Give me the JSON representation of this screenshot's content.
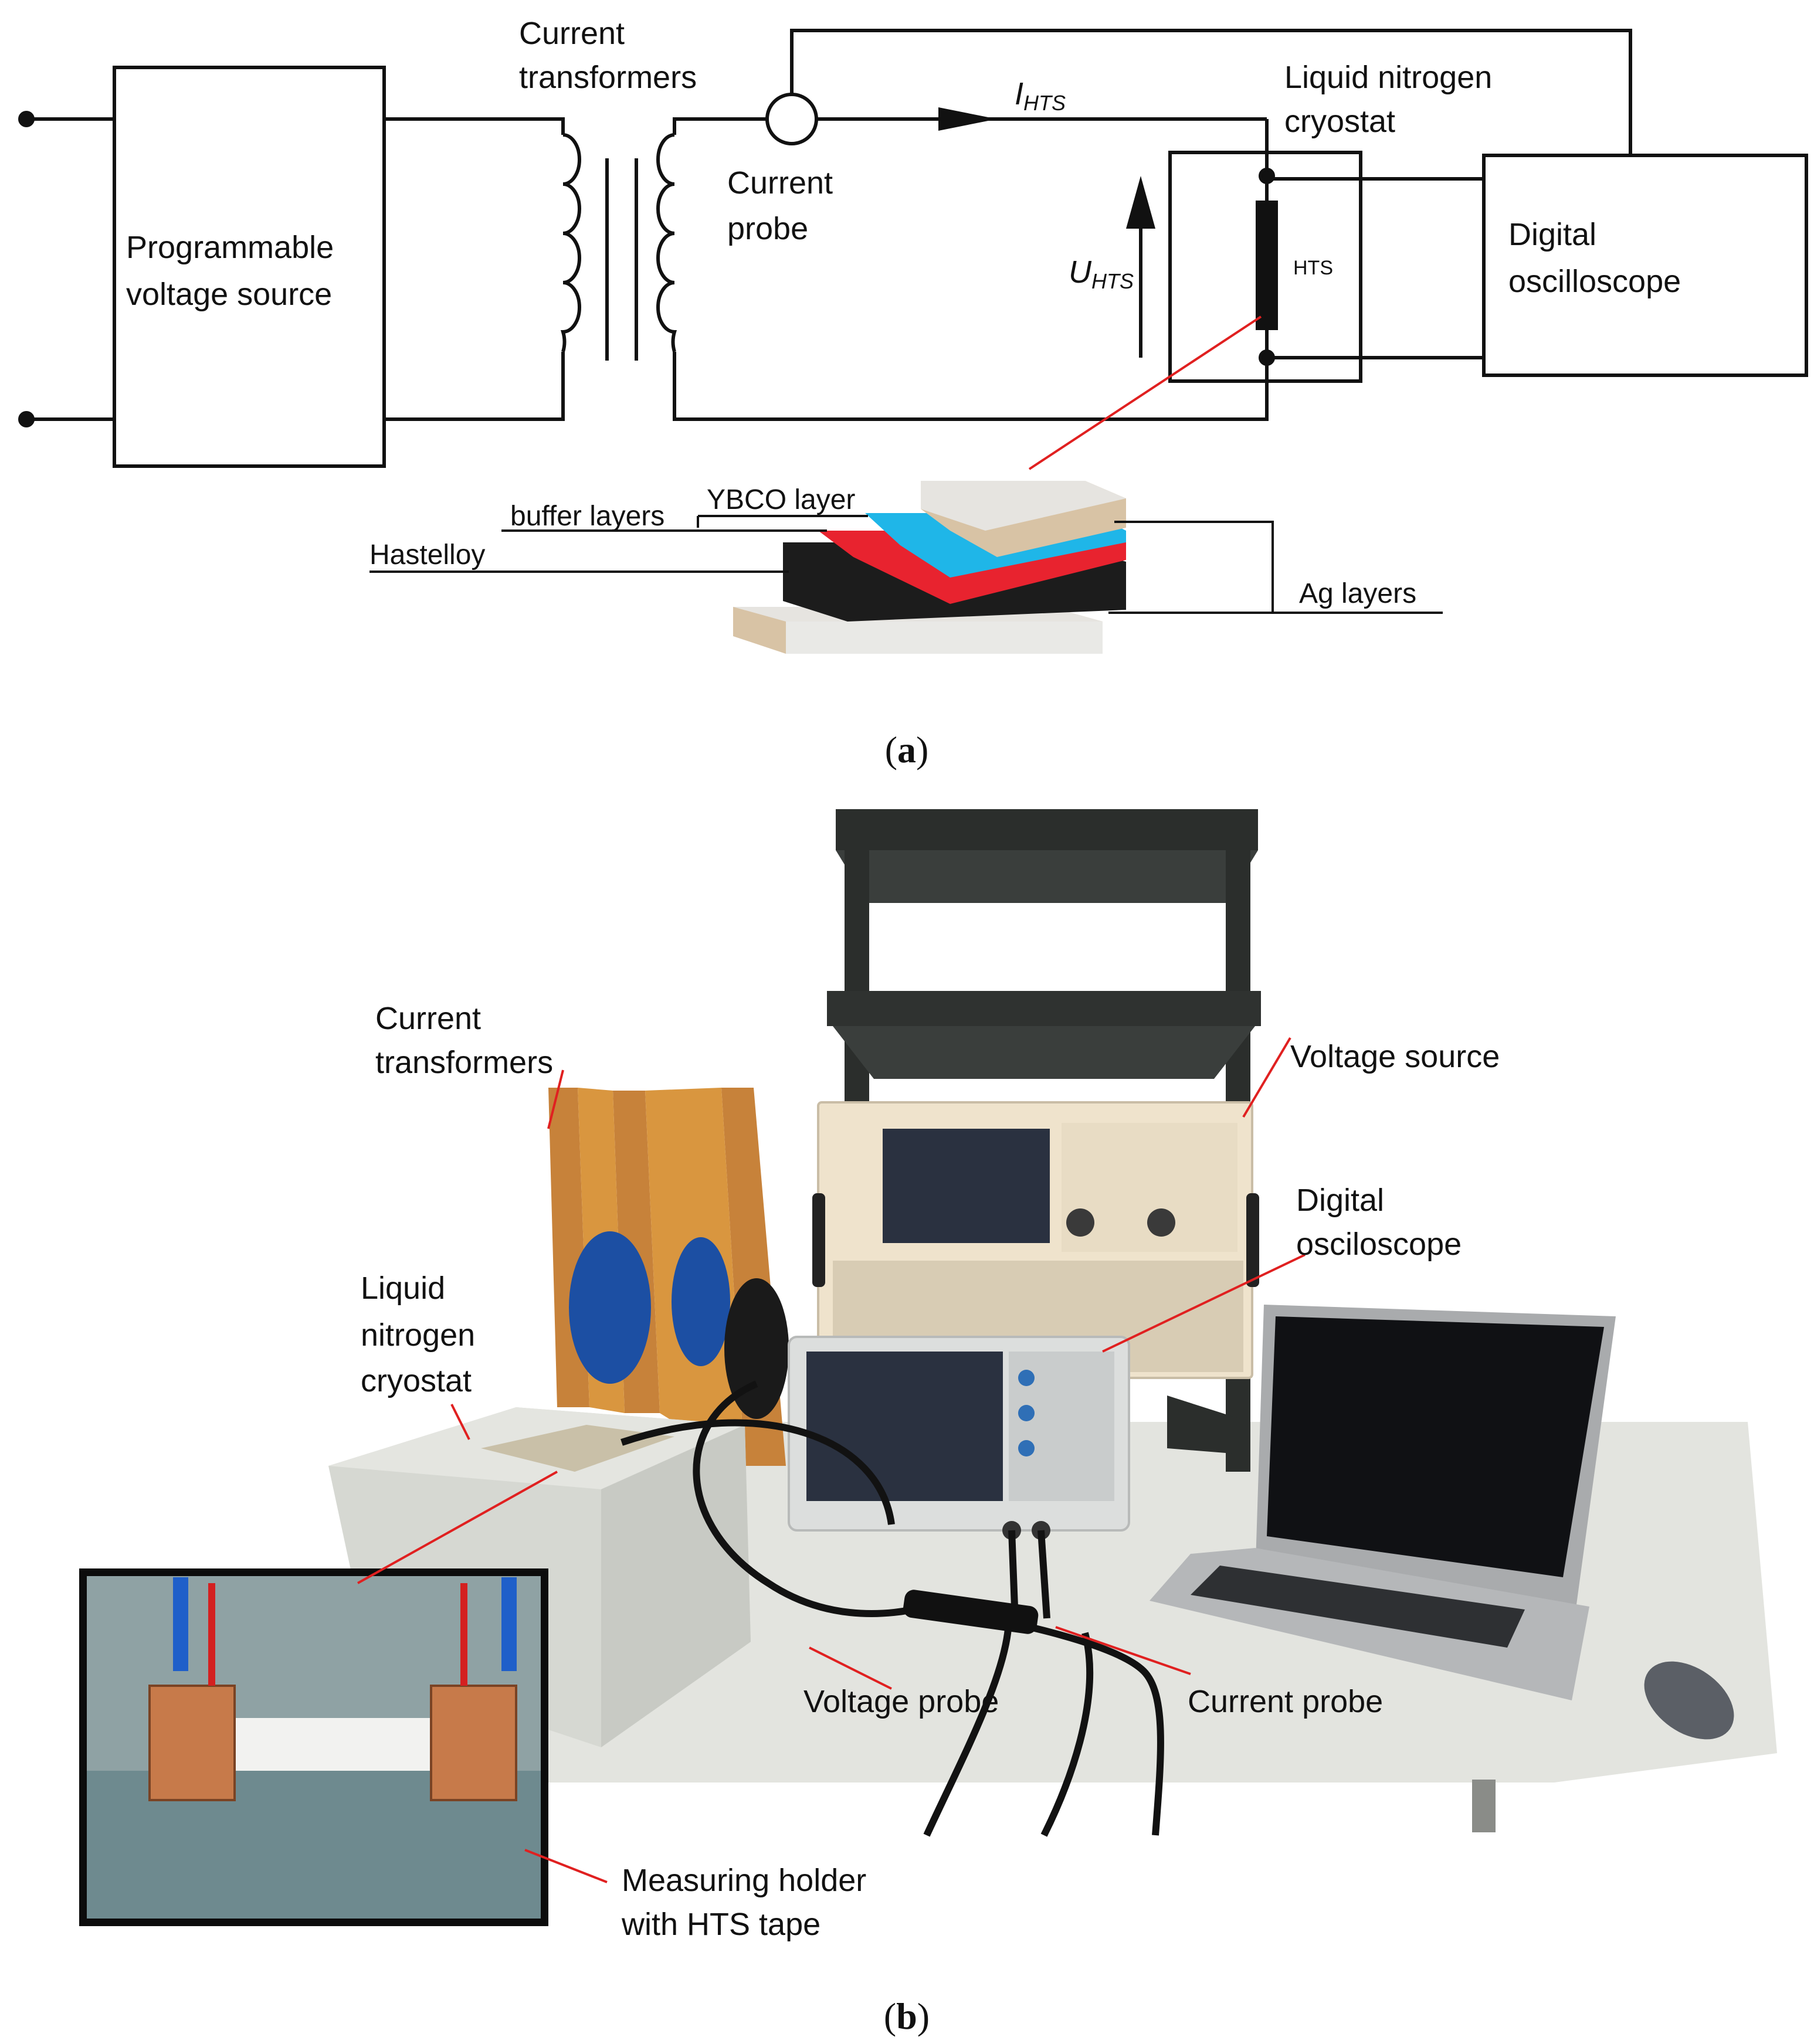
{
  "panel_a": {
    "caption_open": "(",
    "caption_letter": "a",
    "caption_close": ")",
    "labels": {
      "current_transformers_1": "Current",
      "current_transformers_2": "transformers",
      "current_probe_1": "Current",
      "current_probe_2": "probe",
      "i_hts_main": "I",
      "i_hts_sub": "HTS",
      "u_hts_main": "U",
      "u_hts_sub": "HTS",
      "liquid_nitrogen_cryostat_1": "Liquid nitrogen",
      "liquid_nitrogen_cryostat_2": "cryostat",
      "programmable_voltage_source_1": "Programmable",
      "programmable_voltage_source_2": "voltage source",
      "hts": "HTS",
      "digital_oscilloscope_1": "Digital",
      "digital_oscilloscope_2": "oscilloscope",
      "ybco_layer": "YBCO layer",
      "buffer_layers": "buffer layers",
      "hastelloy": "Hastelloy",
      "ag_layers": "Ag layers"
    },
    "colors": {
      "ybco": "#1fb6e8",
      "buffer": "#e8232f",
      "hastelloy": "#1c1c1c",
      "ag_top": "#e6e4e0",
      "ag_side": "#d8c3a5",
      "line": "#111111",
      "pointer": "#e02020"
    }
  },
  "panel_b": {
    "caption_open": "(",
    "caption_letter": "b",
    "caption_close": ")",
    "labels": {
      "current_transformers_1": "Current",
      "current_transformers_2": "transformers",
      "voltage_source": "Voltage source",
      "digital_osciloscope_1": "Digital",
      "digital_osciloscope_2": "osciloscope",
      "liquid_1": "Liquid",
      "liquid_2": "nitrogen",
      "liquid_3": "cryostat",
      "voltage_probe": "Voltage probe",
      "current_probe": "Current probe",
      "measuring_holder_1": "Measuring holder",
      "measuring_holder_2": "with HTS tape"
    },
    "colors": {
      "wood": "#d9963f",
      "rack": "#2b2e2c",
      "source_panel": "#efe3cc",
      "scope_body": "#dcdedd",
      "screen": "#2a3140",
      "laptop": "#a9abad",
      "laptop_screen": "#101114",
      "cryostat": "#d6d8d2",
      "table": "#e3e4df",
      "copper": "#c77a4a",
      "annotation": "#e02020"
    }
  }
}
